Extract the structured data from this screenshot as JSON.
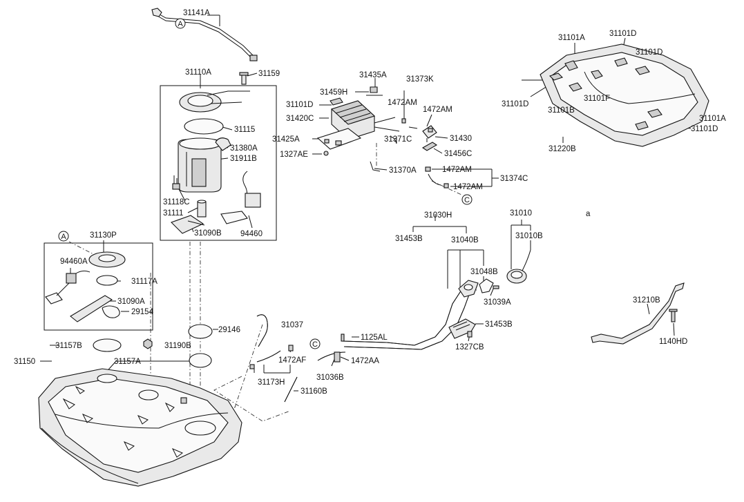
{
  "labels": {
    "l31141A": "31141A",
    "l31110A": "31110A",
    "l31159": "31159",
    "l31115": "31115",
    "l31380A": "31380A",
    "l31911B": "31911B",
    "l31118C": "31118C",
    "l31111": "31111",
    "l31090B": "31090B",
    "l94460": "94460",
    "l31130P": "31130P",
    "l94460A": "94460A",
    "l31117A": "31117A",
    "l31090A": "31090A",
    "l29154": "29154",
    "l29146": "29146",
    "l31037": "31037",
    "l31157B": "31157B",
    "l31190B": "31190B",
    "l31150": "31150",
    "l31157A": "31157A",
    "l1472AF": "1472AF",
    "l31173H": "31173H",
    "l31160B": "31160B",
    "l31036B": "31036B",
    "l1472AA": "1472AA",
    "l1125AL": "1125AL",
    "l31435A": "31435A",
    "l31373K": "31373K",
    "l31459H": "31459H",
    "l1472AM_a": "1472AM",
    "l1472AM_b": "1472AM",
    "l31101D_c": "31101D",
    "l31420C": "31420C",
    "l31425A": "31425A",
    "l1327AE": "1327AE",
    "l31371C": "31371C",
    "l31370A": "31370A",
    "l31430": "31430",
    "l31456C": "31456C",
    "l1472AM_c": "1472AM",
    "l1472AM_d": "1472AM",
    "l31374C": "31374C",
    "l31030H": "31030H",
    "l31453B_a": "31453B",
    "l31040B": "31040B",
    "l31048B": "31048B",
    "l31039A": "31039A",
    "l31453B_b": "31453B",
    "l1327CB": "1327CB",
    "l31010": "31010",
    "l31010B": "31010B",
    "l_a": "a",
    "l31101A_a": "31101A",
    "l31101D_a": "31101D",
    "l31101D_b": "31101D",
    "l31101D_d": "31101D",
    "l31101B": "31101B",
    "l31101F": "31101F",
    "l31101A_b": "31101A",
    "l31101D_e": "31101D",
    "l31220B": "31220B",
    "l31210B": "31210B",
    "l1140HD": "1140HD"
  },
  "callouts": {
    "a1": "A",
    "a2": "A",
    "c1": "C",
    "c2": "C"
  }
}
